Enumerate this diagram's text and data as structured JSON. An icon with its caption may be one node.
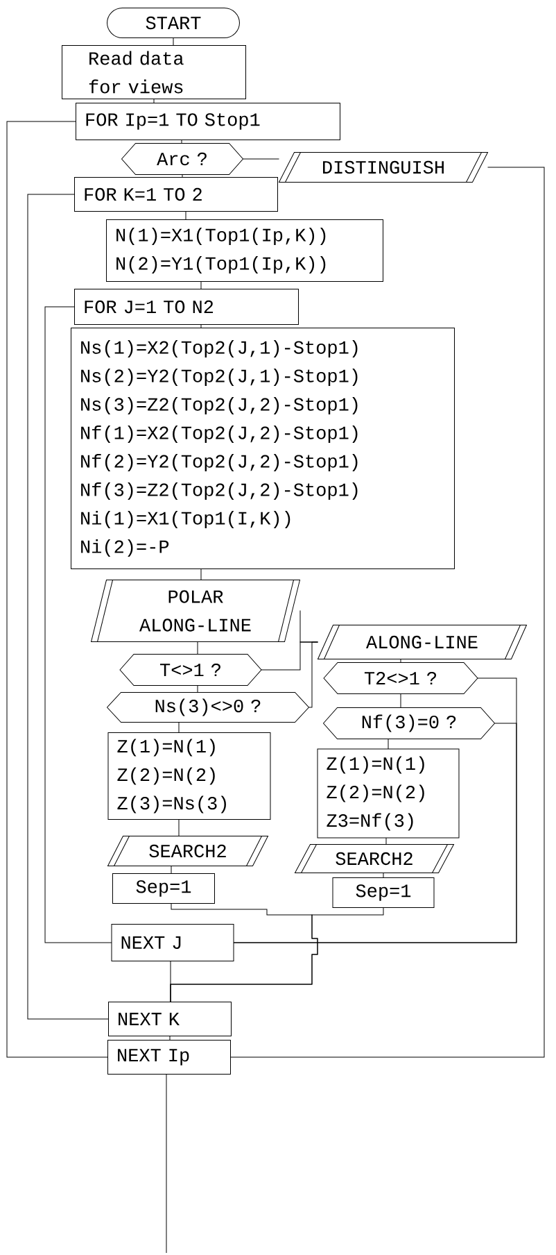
{
  "diagram": {
    "nodes": [
      {
        "text": [
          "START"
        ]
      },
      {
        "text": [
          "Read data for views"
        ]
      },
      {
        "text": [
          "FOR Ip=1 TO Stop1"
        ]
      },
      {
        "text": [
          "Arc ?"
        ]
      },
      {
        "text": [
          "DISTINGUISH"
        ]
      },
      {
        "text": [
          "FOR K=1 TO 2"
        ]
      },
      {
        "text": [
          "N(1)=X1(Top1(Ip,K))",
          "N(2)=Y1(Top1(Ip,K))"
        ]
      },
      {
        "text": [
          "FOR J=1 TO N2"
        ]
      },
      {
        "text": [
          "Ns(1)=X2(Top2(J,1)-Stop1)",
          "Ns(2)=Y2(Top2(J,1)-Stop1)",
          "Ns(3)=Z2(Top2(J,2)-Stop1)",
          "Nf(1)=X2(Top2(J,2)-Stop1)",
          "Nf(2)=Y2(Top2(J,2)-Stop1)",
          "Nf(3)=Z2(Top2(J,2)-Stop1)",
          "Ni(1)=X1(Top1(I,K))",
          "Ni(2)=-P"
        ]
      },
      {
        "text": [
          "POLAR ALONG-LINE"
        ]
      },
      {
        "text": [
          "ALONG-LINE"
        ]
      },
      {
        "text": [
          "T<>1 ?"
        ]
      },
      {
        "text": [
          "Ns(3)<>0 ?"
        ]
      },
      {
        "text": [
          "T2<>1 ?"
        ]
      },
      {
        "text": [
          "Nf(3)=0 ?"
        ]
      },
      {
        "text": [
          "Z(1)=N(1)",
          "Z(2)=N(2)",
          "Z(3)=Ns(3)"
        ]
      },
      {
        "text": [
          "Z(1)=N(1)",
          "Z(2)=N(2)",
          "Z3=Nf(3)"
        ]
      },
      {
        "text": [
          "SEARCH2"
        ]
      },
      {
        "text": [
          "SEARCH2"
        ]
      },
      {
        "text": [
          "Sep=1"
        ]
      },
      {
        "text": [
          "Sep=1"
        ]
      },
      {
        "text": [
          "NEXT J"
        ]
      },
      {
        "text": [
          "NEXT K"
        ]
      },
      {
        "text": [
          "NEXT Ip"
        ]
      }
    ],
    "edges": [
      {
        "from": 0,
        "to": 1,
        "arrow": "none"
      },
      {
        "from": 1,
        "to": 2,
        "arrow": "none"
      },
      {
        "from": 2,
        "to": 3,
        "arrow": "none"
      },
      {
        "from": 3,
        "to": 5,
        "arrow": "none"
      },
      {
        "from": 3,
        "to": 4,
        "arrow": "none"
      },
      {
        "from": 4,
        "to": 23,
        "arrow": "none"
      },
      {
        "from": 5,
        "to": 6,
        "arrow": "none"
      },
      {
        "from": 6,
        "to": 7,
        "arrow": "none"
      },
      {
        "from": 7,
        "to": 8,
        "arrow": "none"
      },
      {
        "from": 8,
        "to": 9,
        "arrow": "none"
      },
      {
        "from": 9,
        "to": 11,
        "arrow": "none"
      },
      {
        "from": 11,
        "to": 12,
        "arrow": "none"
      },
      {
        "from": 12,
        "to": 15,
        "arrow": "none"
      },
      {
        "from": 15,
        "to": 17,
        "arrow": "none"
      },
      {
        "from": 17,
        "to": 19,
        "arrow": "none"
      },
      {
        "from": 19,
        "to": 22,
        "arrow": "none"
      },
      {
        "from": 20,
        "to": 22,
        "arrow": "none"
      },
      {
        "from": 21,
        "to": 22,
        "arrow": "none"
      },
      {
        "from": 22,
        "to": 23,
        "arrow": "none"
      },
      {
        "from": 23,
        "to": null,
        "arrow": "none"
      },
      {
        "from": 21,
        "to": 7,
        "arrow": "none"
      },
      {
        "from": 22,
        "to": 5,
        "arrow": "none"
      },
      {
        "from": 23,
        "to": 2,
        "arrow": "none"
      },
      {
        "from": 10,
        "to": 13,
        "arrow": "none"
      },
      {
        "from": 13,
        "to": 14,
        "arrow": "none"
      },
      {
        "from": 14,
        "to": 16,
        "arrow": "none"
      },
      {
        "from": 16,
        "to": 18,
        "arrow": "none"
      },
      {
        "from": 18,
        "to": 20,
        "arrow": "none"
      },
      {
        "from": 11,
        "to": 10,
        "arrow": "none"
      },
      {
        "from": 12,
        "to": 10,
        "arrow": "none"
      },
      {
        "from": 9,
        "to": 10,
        "arrow": "none"
      },
      {
        "from": 13,
        "to": 21,
        "arrow": "none"
      },
      {
        "from": 14,
        "to": 21,
        "arrow": "none"
      }
    ]
  }
}
